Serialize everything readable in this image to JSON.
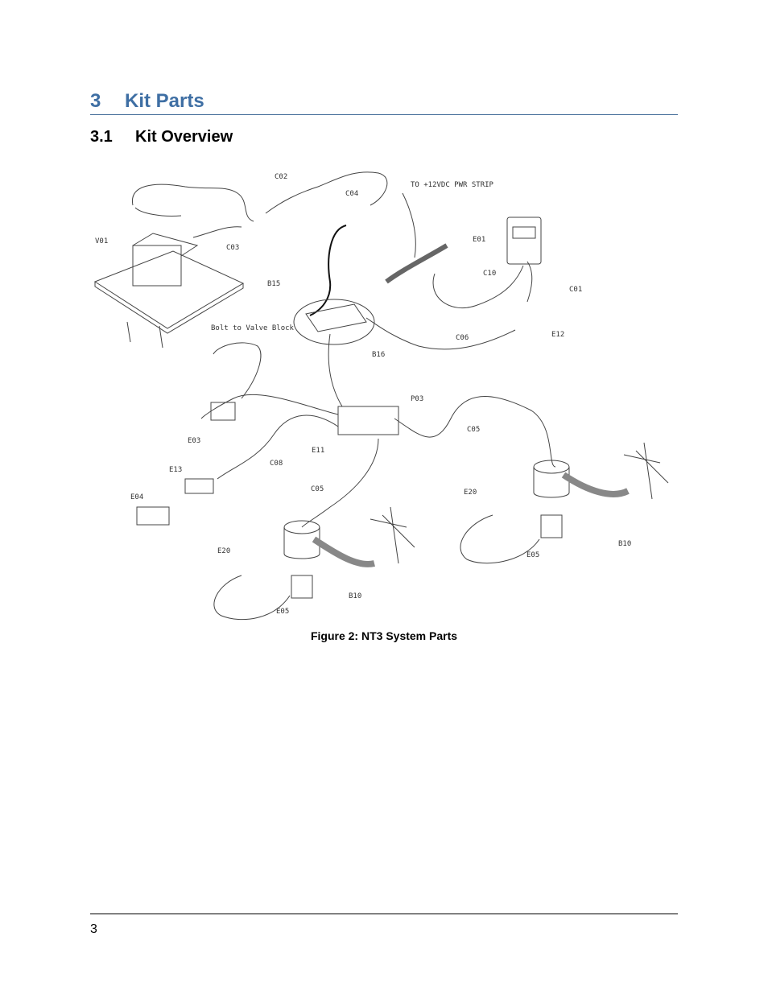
{
  "section": {
    "number": "3",
    "title": "Kit Parts"
  },
  "subsection": {
    "number": "3.1",
    "title": "Kit Overview"
  },
  "figure": {
    "caption": "Figure 2: NT3 System Parts",
    "callouts": {
      "c02": "C02",
      "c04": "C04",
      "c03": "C03",
      "power_note": "TO +12VDC PWR STRIP",
      "v01": "V01",
      "b15": "B15",
      "bolt_note": "Bolt to Valve Block",
      "e01": "E01",
      "c10": "C10",
      "c01": "C01",
      "e12": "E12",
      "c06": "C06",
      "b16": "B16",
      "p03": "P03",
      "e03": "E03",
      "e11": "E11",
      "c05a": "C05",
      "c08": "C08",
      "e13": "E13",
      "e04": "E04",
      "c05b": "C05",
      "e20a": "E20",
      "e20b": "E20",
      "b10a": "B10",
      "b10b": "B10",
      "e05a": "E05",
      "e05b": "E05"
    }
  },
  "footer": {
    "page_number": "3"
  }
}
